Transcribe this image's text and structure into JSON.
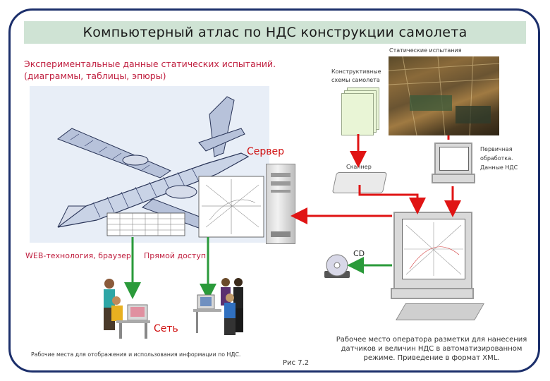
{
  "header": {
    "title": "Компьютерный атлас по НДС конструкции самолета"
  },
  "experiment": {
    "text": "Экспериментальные данные статических испытаний.\n(диаграммы, таблицы, эпюры)"
  },
  "labels": {
    "static_tests": "Статические испытания",
    "schemes_line1": "Конструктивные",
    "schemes_line2": "схемы самолета",
    "server": "Сервер",
    "scanner": "Сканнер",
    "primary_line1": "Первичная",
    "primary_line2": "обработка.",
    "primary_line3": "Данные НДС",
    "web": "WEB-технология, браузер",
    "direct": "Прямой доступ",
    "cd": "CD",
    "network": "Сеть",
    "workplaces": "Рабочие места для отображения и использования информации по НДС.",
    "figure": "Рис 7.2",
    "operator_line1": "Рабочее место оператора разметки для нанесения",
    "operator_line2": "датчиков и величин НДС в автоматизированном",
    "operator_line3": "режиме. Приведение в формат XML."
  },
  "colors": {
    "arrow_red": "#e01414",
    "arrow_green": "#2a9a3a",
    "frame": "#1c2f6b",
    "title_bg": "#cfe3d4"
  }
}
